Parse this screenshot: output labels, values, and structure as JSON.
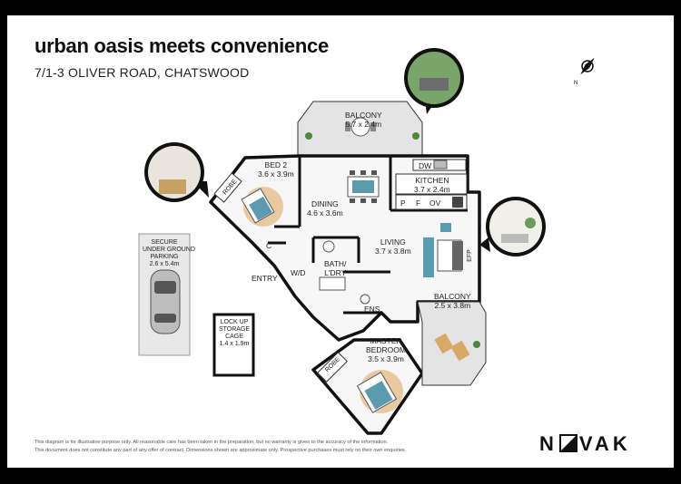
{
  "header": {
    "title": "urban oasis meets convenience",
    "address": "7/1-3 OLIVER ROAD, CHATSWOOD"
  },
  "rooms": {
    "balcony_top": {
      "name": "BALCONY",
      "dims": "5.7 x 2.4m"
    },
    "bed2": {
      "name": "BED 2",
      "dims": "3.6 x 3.9m"
    },
    "robe1": {
      "name": "ROBE"
    },
    "dining": {
      "name": "DINING",
      "dims": "4.6 x 3.6m"
    },
    "kitchen": {
      "name": "KITCHEN",
      "dims": "3.7 x 2.4m"
    },
    "dw": "DW",
    "p": "P",
    "f": "F",
    "ov": "OV",
    "living": {
      "name": "LIVING",
      "dims": "3.7 x 3.8m"
    },
    "efp": "EFP",
    "c": "C",
    "entry": "ENTRY",
    "wd": "W/D",
    "bath": {
      "name": "BATH/",
      "name2": "L'DRY"
    },
    "ens": "ENS",
    "balcony_right": {
      "name": "BALCONY",
      "dims": "2.5 x 3.8m"
    },
    "master": {
      "name": "MASTER",
      "name2": "BEDROOM",
      "dims": "3.5 x 3.9m"
    },
    "robe2": {
      "name": "ROBE"
    }
  },
  "parking": {
    "line1": "SECURE",
    "line2": "UNDER GROUND",
    "line3": "PARKING",
    "dims": "2.6 x 5.4m"
  },
  "storage": {
    "line1": "LOCK UP",
    "line2": "STORAGE",
    "line3": "CAGE",
    "dims": "1.4 x 1.9m"
  },
  "footer": {
    "line1": "This diagram is for illustrative purpose only. All reasonable care has been taken in the preparation, but no warranty is given to the accuracy of the information.",
    "line2": "This document does not constitute any part of any offer of contract. Dimensions shown are approximate only. Prospective purchases must rely on their own enquiries.",
    "logo_left": "N",
    "logo_right": "VAK"
  },
  "colors": {
    "wall": "#111111",
    "floor": "#e6e6e6",
    "accent": "#5b9bb0",
    "bed": "#e8c9a0"
  }
}
